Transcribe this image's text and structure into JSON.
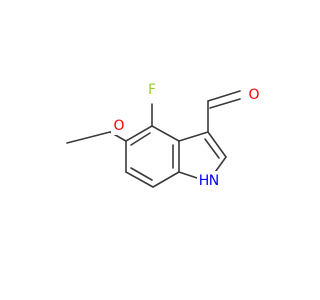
{
  "atoms": {
    "fluorine": {
      "label": "F",
      "color": "#9acd32"
    },
    "oxygen_ether": {
      "label": "O",
      "color": "#ff0000"
    },
    "oxygen_aldehyde": {
      "label": "O",
      "color": "#ff0000"
    },
    "nitrogen": {
      "label": "N",
      "color": "#0000ff"
    },
    "hydrogen_on_nitrogen": {
      "label": "H",
      "color": "#0000ff"
    }
  },
  "colors": {
    "bond": "#3a3a3a",
    "background": "#ffffff"
  }
}
